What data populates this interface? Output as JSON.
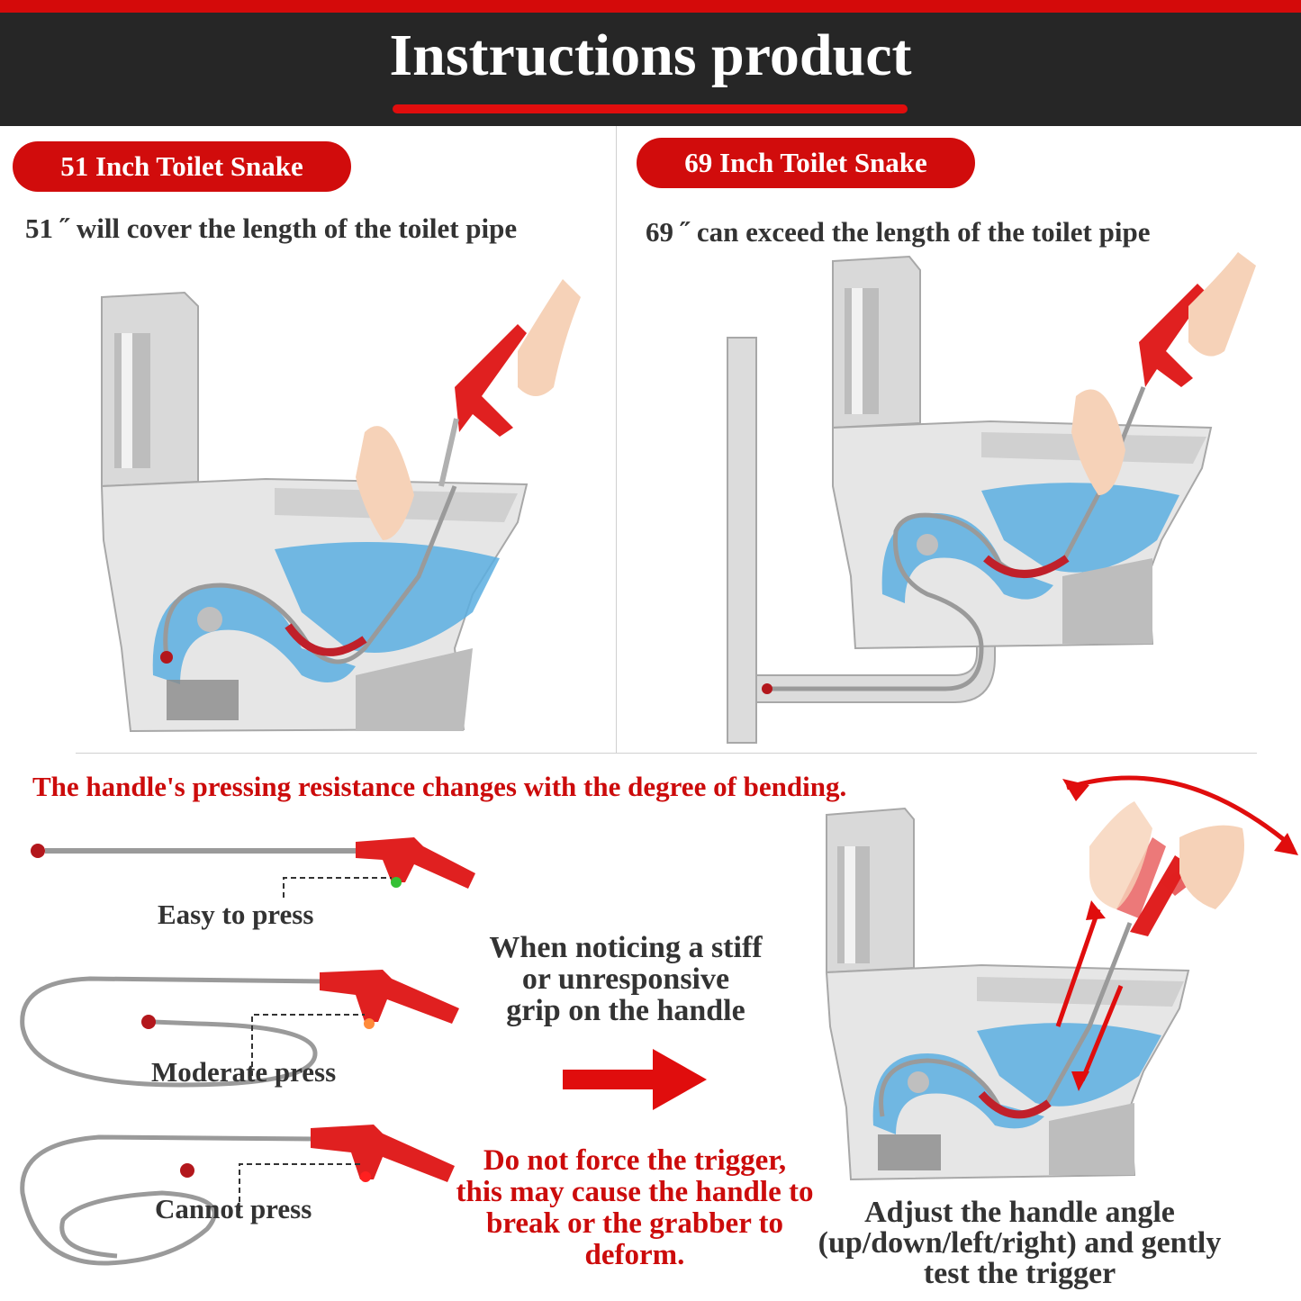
{
  "header": {
    "title": "Instructions product"
  },
  "left_panel": {
    "badge": "51 Inch Toilet Snake",
    "caption": "51 ˝ will cover the length of the toilet pipe"
  },
  "right_panel": {
    "badge": "69 Inch Toilet Snake",
    "caption": "69 ˝ can exceed the length of the toilet pipe"
  },
  "resistance_note": "The handle's pressing resistance changes with the degree of bending.",
  "press_levels": [
    {
      "label": "Easy to press",
      "indicator_color": "#35c035"
    },
    {
      "label": "Moderate press",
      "indicator_color": "#ff8a3a"
    },
    {
      "label": "Cannot press",
      "indicator_color": "#ff2020"
    }
  ],
  "stiff_note": {
    "line1": "When noticing a stiff",
    "line2": "or unresponsive",
    "line3": "grip on the handle"
  },
  "warning": {
    "line1": "Do not force the trigger,",
    "line2": "this may cause the handle to",
    "line3": "break or the grabber to",
    "line4": "deform."
  },
  "adjust_note": {
    "line1": "Adjust the handle angle",
    "line2": "(up/down/left/right) and gently",
    "line3": "test the trigger"
  },
  "colors": {
    "brand_red": "#d10c0c",
    "header_dark": "#262626",
    "water_blue": "#5aaee0"
  }
}
